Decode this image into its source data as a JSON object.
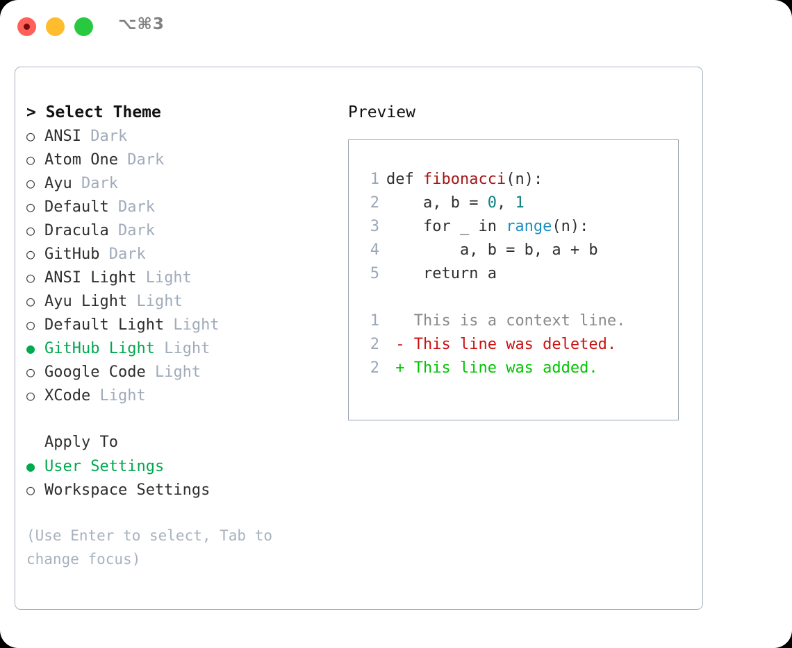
{
  "titlebar": {
    "shortcut": "⌥⌘3",
    "lights": [
      "close",
      "minimize",
      "maximize"
    ]
  },
  "theme_selector": {
    "header": "> Select Theme",
    "items": [
      {
        "bullet": "○",
        "label": "ANSI",
        "kind": "Dark",
        "selected": false
      },
      {
        "bullet": "○",
        "label": "Atom One",
        "kind": "Dark",
        "selected": false
      },
      {
        "bullet": "○",
        "label": "Ayu",
        "kind": "Dark",
        "selected": false
      },
      {
        "bullet": "○",
        "label": "Default",
        "kind": "Dark",
        "selected": false
      },
      {
        "bullet": "○",
        "label": "Dracula",
        "kind": "Dark",
        "selected": false
      },
      {
        "bullet": "○",
        "label": "GitHub",
        "kind": "Dark",
        "selected": false
      },
      {
        "bullet": "○",
        "label": "ANSI Light",
        "kind": "Light",
        "selected": false
      },
      {
        "bullet": "○",
        "label": "Ayu Light",
        "kind": "Light",
        "selected": false
      },
      {
        "bullet": "○",
        "label": "Default Light",
        "kind": "Light",
        "selected": false
      },
      {
        "bullet": "●",
        "label": "GitHub Light",
        "kind": "Light",
        "selected": true
      },
      {
        "bullet": "○",
        "label": "Google Code",
        "kind": "Light",
        "selected": false
      },
      {
        "bullet": "○",
        "label": "XCode",
        "kind": "Light",
        "selected": false
      }
    ]
  },
  "apply_to": {
    "header": "Apply To",
    "items": [
      {
        "bullet": "●",
        "label": "User Settings",
        "selected": true
      },
      {
        "bullet": "○",
        "label": "Workspace Settings",
        "selected": false
      }
    ]
  },
  "hint": "(Use Enter to select, Tab to change focus)",
  "preview": {
    "title": "Preview",
    "code_lines": [
      {
        "no": "1",
        "segments": [
          {
            "text": "def ",
            "style": "plain"
          },
          {
            "text": "fibonacci",
            "style": "fn"
          },
          {
            "text": "(n):",
            "style": "plain"
          }
        ]
      },
      {
        "no": "2",
        "segments": [
          {
            "text": "    a, b = ",
            "style": "plain"
          },
          {
            "text": "0",
            "style": "num"
          },
          {
            "text": ", ",
            "style": "plain"
          },
          {
            "text": "1",
            "style": "num"
          }
        ]
      },
      {
        "no": "3",
        "segments": [
          {
            "text": "    for _ in ",
            "style": "plain"
          },
          {
            "text": "range",
            "style": "call"
          },
          {
            "text": "(n):",
            "style": "plain"
          }
        ]
      },
      {
        "no": "4",
        "segments": [
          {
            "text": "        a, b = b, a + b",
            "style": "plain"
          }
        ]
      },
      {
        "no": "5",
        "segments": [
          {
            "text": "    return a",
            "style": "plain"
          }
        ]
      }
    ],
    "diff_lines": [
      {
        "no": "1",
        "marker": " ",
        "text": " This is a context line.",
        "kind": "ctx"
      },
      {
        "no": "2",
        "marker": "-",
        "text": " This line was deleted.",
        "kind": "del"
      },
      {
        "no": "2",
        "marker": "+",
        "text": " This line was added.",
        "kind": "add"
      }
    ]
  },
  "colors": {
    "accent_green": "#00a84f",
    "muted": "#a0abba",
    "border": "#a8b2be",
    "fn_red": "#a61717",
    "num_teal": "#0b8080",
    "call_blue": "#1c8fc0",
    "diff_delete": "#cc1111",
    "diff_add": "#00c400",
    "diff_context": "#8a8a8a"
  }
}
